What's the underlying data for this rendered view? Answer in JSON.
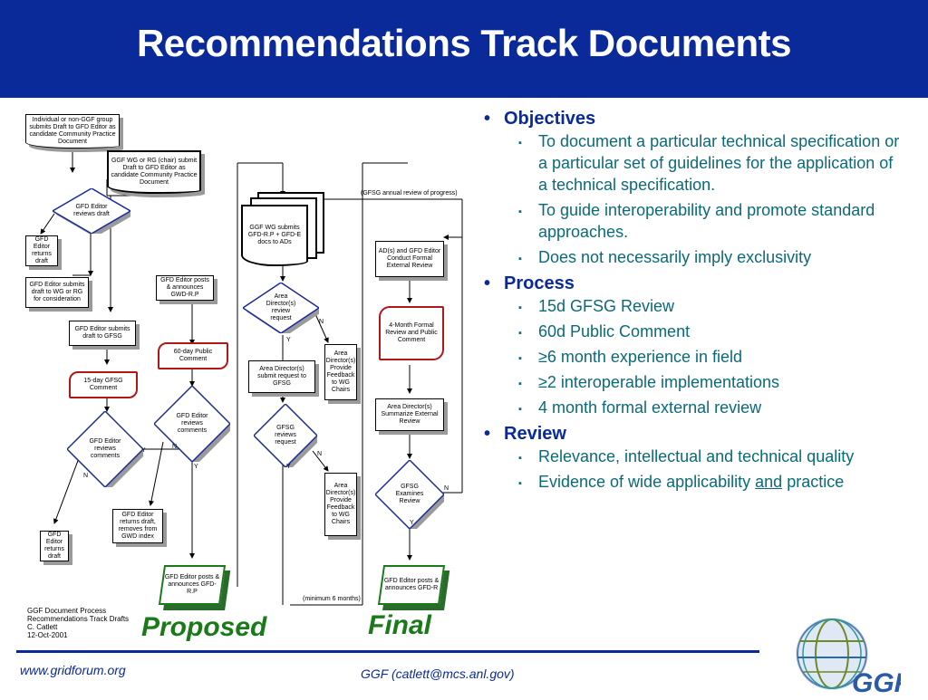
{
  "title": "Recommendations Track Documents",
  "flowchart": {
    "start_doc": "Individual or non-GGF group submits Draft to GFD Editor as candidate Community Practice Document",
    "wg_rg_doc": "GGF WG or RG (chair) submit Draft to GFD Editor as candidate Community Practice Document",
    "gfd_editor_reviews_draft": "GFD Editor reviews draft",
    "gfd_editor_returns_draft_1": "GFD Editor returns draft",
    "gfd_editor_submits_wg_rg": "GFD Editor submits draft to WG or RG for consideration",
    "gfd_editor_submits_gfsg": "GFD Editor submits draft to GFSG",
    "gfsg_comment_15d": "15-day GFSG Comment",
    "gfd_editor_reviews_comments_left": "GFD Editor reviews comments",
    "gfd_editor_returns_draft_2": "GFD Editor returns draft",
    "gfd_editor_posts_gwd": "GFD Editor posts & announces GWD-R.P",
    "public_comment_60d": "60-day Public Comment",
    "gfd_editor_reviews_comments_mid": "GFD Editor reviews comments",
    "gfd_editor_returns_removes": "GFD Editor returns draft, removes from GWD index",
    "proposed_box": "GFD Editor posts & announces GFD-R.P",
    "wg_submits": "GGF WG submits GFD-R.P + GFD-E docs to ADs",
    "ad_review_request": "Area Director(s) review request",
    "ad_feedback_1": "Area Director(s) Provide Feedback to WG Chairs",
    "ad_submit_request": "Area Director(s) submit request to GFSG",
    "gfsg_reviews_request": "GFSG reviews request",
    "ad_feedback_2": "Area Director(s) Provide Feedback to WG Chairs",
    "gfsg_annual": "(GFSG annual review of progress)",
    "ad_conduct_review": "AD(s) and GFD Editor Conduct Formal External Review",
    "formal_review_4m": "4-Month Formal Review and Public Comment",
    "ad_summarize": "Area Director(s) Summarize External Review",
    "gfsg_examines": "GFSG Examines Review",
    "final_box": "GFD Editor posts & announces GFD-R",
    "min_6_months": "(minimum 6 months)",
    "yes": "Y",
    "no": "N",
    "caption_line1": "GGF Document Process",
    "caption_line2": "Recommendations Track Drafts",
    "caption_line3": "C. Catlett",
    "caption_line4": "12-Oct-2001",
    "proposed_label": "Proposed",
    "final_label": "Final"
  },
  "bullets": {
    "objectives": {
      "heading": "Objectives",
      "items": [
        "To document a particular technical specification or a particular set of guidelines for the application of a technical specification.",
        "To guide interoperability and promote standard approaches.",
        "Does not necessarily imply exclusivity"
      ]
    },
    "process": {
      "heading": "Process",
      "items": [
        "15d GFSG Review",
        "60d Public Comment",
        "≥6 month experience in field",
        "≥2 interoperable implementations",
        "4 month formal external review"
      ]
    },
    "review": {
      "heading": "Review",
      "items": [
        "Relevance, intellectual and technical quality"
      ],
      "last_item_prefix": "Evidence of wide applicability ",
      "last_item_underlined": "and",
      "last_item_suffix": " practice"
    }
  },
  "footer": {
    "url": "www.gridforum.org",
    "contact": "GGF (catlett@mcs.anl.gov)",
    "logo_text": "GGF"
  },
  "colors": {
    "title_bar": "#0a2a99",
    "heading_blue": "#0a2a99",
    "body_teal": "#0a6a7a",
    "proposed_green": "#1a7a1a"
  },
  "icons": {
    "logo": "globe-logo-icon"
  }
}
